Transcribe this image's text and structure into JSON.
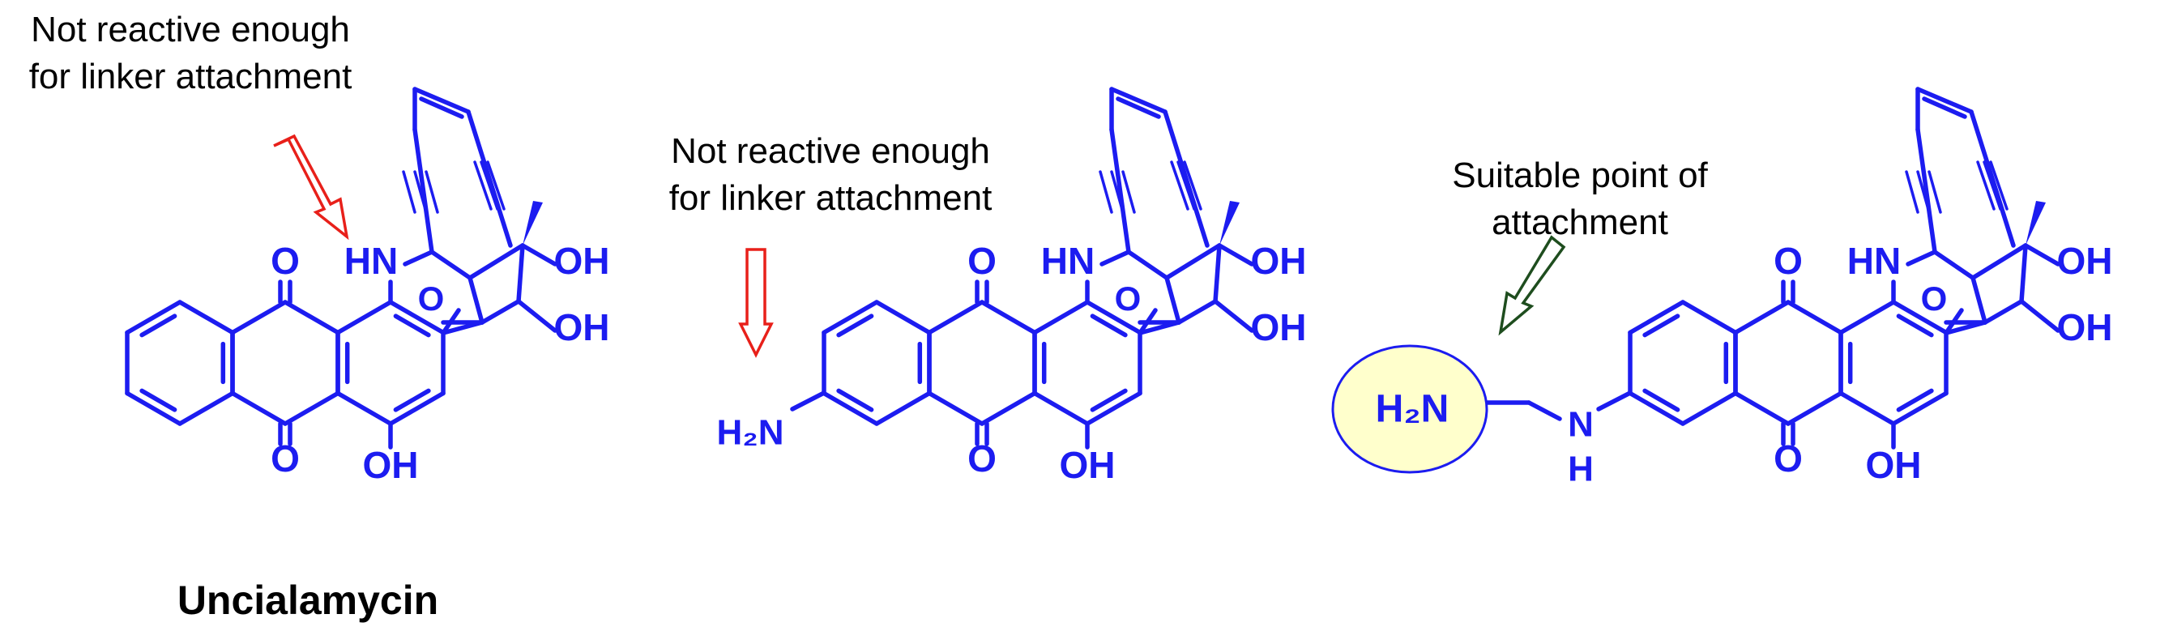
{
  "annotations": {
    "left": {
      "line1": "Not reactive enough",
      "line2": "for linker attachment"
    },
    "middle": {
      "line1": "Not reactive enough",
      "line2": "for linker attachment"
    },
    "right": {
      "line1": "Suitable point of",
      "line2": "attachment"
    }
  },
  "compound_name": "Uncialamycin",
  "atom_labels": {
    "ketone_o": "O",
    "nh": "HN",
    "ring_o": "O",
    "oh": "OH",
    "amine_h2n": "H₂N",
    "linker_n": "N",
    "linker_h": "H"
  },
  "colors": {
    "structure": "#1c1cf0",
    "text": "#000000",
    "arrow_red": "#e8201a",
    "arrow_green": "#1e4d1e",
    "highlight_fill": "#ffffcc"
  }
}
